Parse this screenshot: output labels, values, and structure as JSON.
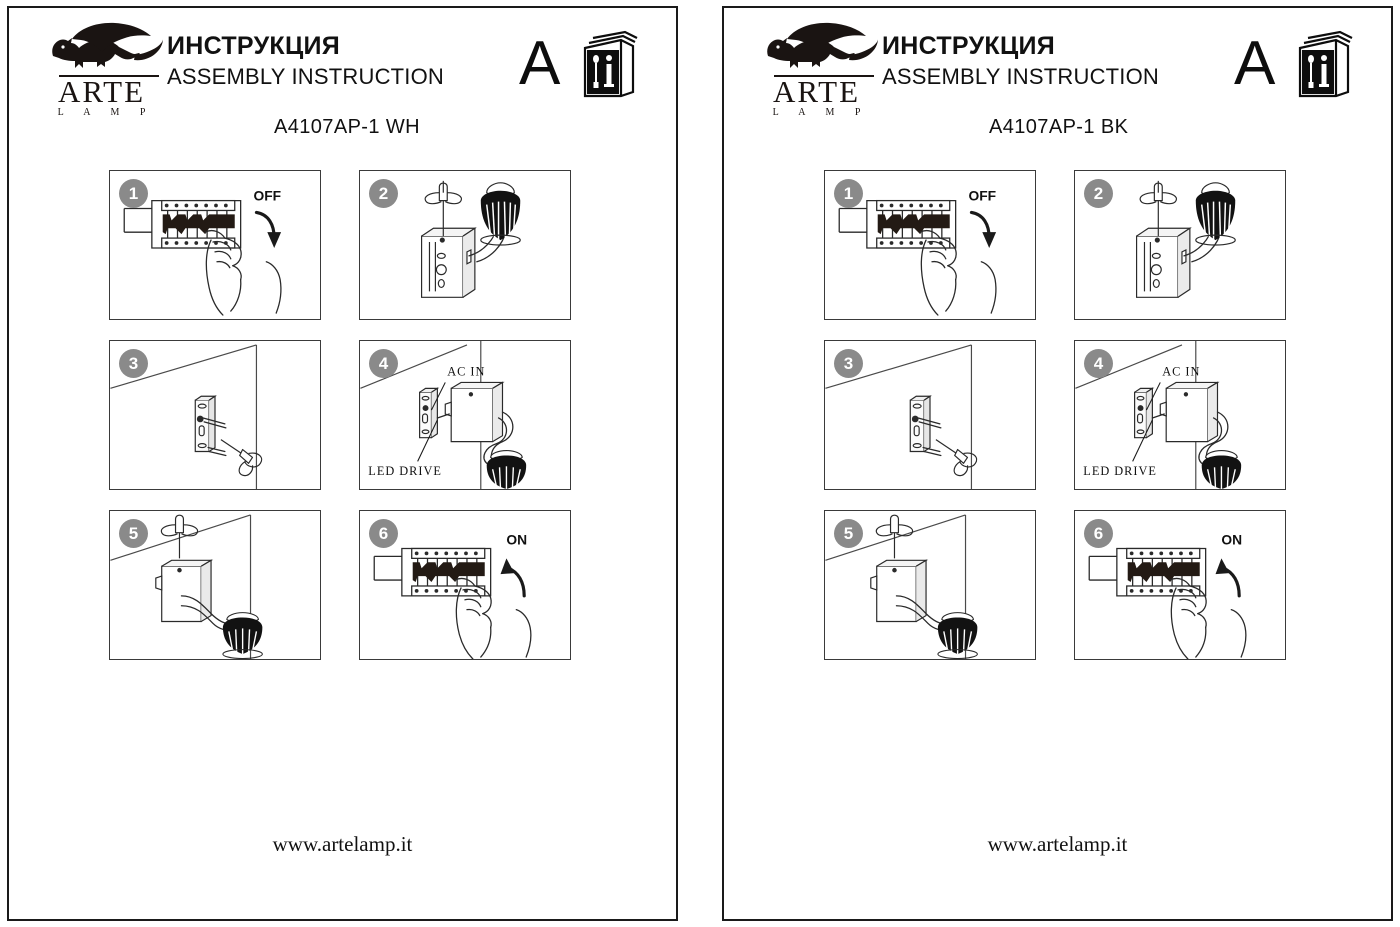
{
  "document": {
    "brand": {
      "name_main": "ARTE",
      "name_sub": "L A M P",
      "logo_icon": "winged-lion-icon"
    },
    "title_ru": "ИНСТРУКЦИЯ",
    "title_en": "ASSEMBLY INSTRUCTION",
    "badge": {
      "letter": "A",
      "icon": "manual-booklet-icon"
    },
    "footer_url": "www.artelamp.it",
    "colors": {
      "ink": "#111111",
      "border": "#1a1a1a",
      "step_badge": "#8a8a8a",
      "shade_fill": "#121212"
    }
  },
  "panels": [
    {
      "id": "left",
      "model": "A4107AP-1 WH",
      "steps": [
        {
          "number": "1",
          "name": "breaker-off",
          "label": "OFF"
        },
        {
          "number": "2",
          "name": "unscrew-bracket",
          "label": ""
        },
        {
          "number": "3",
          "name": "mount-bracket-wall",
          "label": ""
        },
        {
          "number": "4",
          "name": "connect-wiring",
          "label_ac": "AC IN",
          "label_led": "LED DRIVE"
        },
        {
          "number": "5",
          "name": "fix-lamp-body",
          "label": ""
        },
        {
          "number": "6",
          "name": "breaker-on",
          "label": "ON"
        }
      ]
    },
    {
      "id": "right",
      "model": "A4107AP-1 BK",
      "steps": [
        {
          "number": "1",
          "name": "breaker-off",
          "label": "OFF"
        },
        {
          "number": "2",
          "name": "unscrew-bracket",
          "label": ""
        },
        {
          "number": "3",
          "name": "mount-bracket-wall",
          "label": ""
        },
        {
          "number": "4",
          "name": "connect-wiring",
          "label_ac": "AC IN",
          "label_led": "LED DRIVE"
        },
        {
          "number": "5",
          "name": "fix-lamp-body",
          "label": ""
        },
        {
          "number": "6",
          "name": "breaker-on",
          "label": "ON"
        }
      ]
    }
  ]
}
